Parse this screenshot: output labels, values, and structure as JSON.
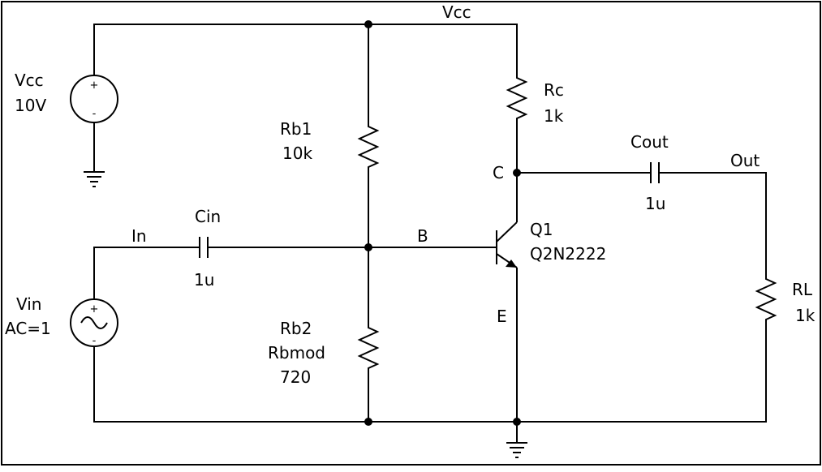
{
  "colors": {
    "line": "#000000",
    "background": "#ffffff"
  },
  "nets": {
    "vcc": "Vcc",
    "in": "In",
    "out": "Out",
    "base": "B",
    "collector": "C",
    "emitter": "E"
  },
  "components": {
    "vcc_source": {
      "name": "Vcc",
      "value": "10V",
      "plus": "+",
      "minus": "-"
    },
    "vin_source": {
      "name": "Vin",
      "value": "AC=1",
      "plus": "+",
      "minus": "-"
    },
    "rb1": {
      "name": "Rb1",
      "value": "10k"
    },
    "rb2": {
      "name": "Rb2",
      "model": "Rbmod",
      "value": "720"
    },
    "rc": {
      "name": "Rc",
      "value": "1k"
    },
    "rl": {
      "name": "RL",
      "value": "1k"
    },
    "cin": {
      "name": "Cin",
      "value": "1u"
    },
    "cout": {
      "name": "Cout",
      "value": "1u"
    },
    "q1": {
      "name": "Q1",
      "model": "Q2N2222"
    }
  }
}
